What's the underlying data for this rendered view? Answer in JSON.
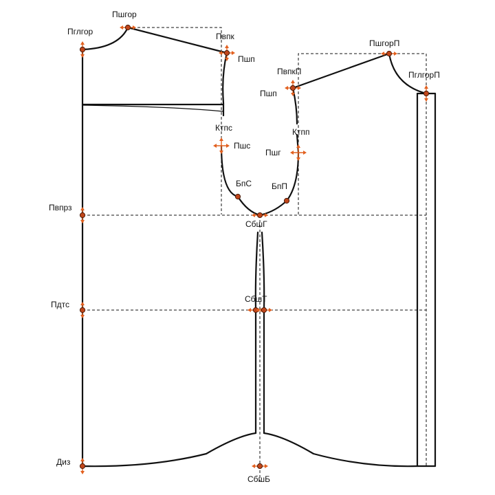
{
  "labels": {
    "plglgor": "Пглгор",
    "pshgor": "Пшгор",
    "pvpk": "Пвпк",
    "psh_back": "Пшп",
    "ktps": "Ктпс",
    "pshs": "Пшс",
    "bps": "БпС",
    "bpp": "БпП",
    "sbshg": "СбшГ",
    "pshg": "Пшг",
    "ktpp": "Ктпп",
    "psh_front": "Пшп",
    "pvpkp": "ПвпкП",
    "pshgorp": "ПшгорП",
    "plglgorp": "ПглгорП",
    "pvprz": "Пвпрз",
    "pdts": "Пдтс",
    "sbsht": "СбшТ",
    "diz": "Диз",
    "sbshb": "СбшБ"
  },
  "colors": {
    "line": "#111111",
    "point": "#c0461b",
    "arrow": "#e2601f"
  }
}
